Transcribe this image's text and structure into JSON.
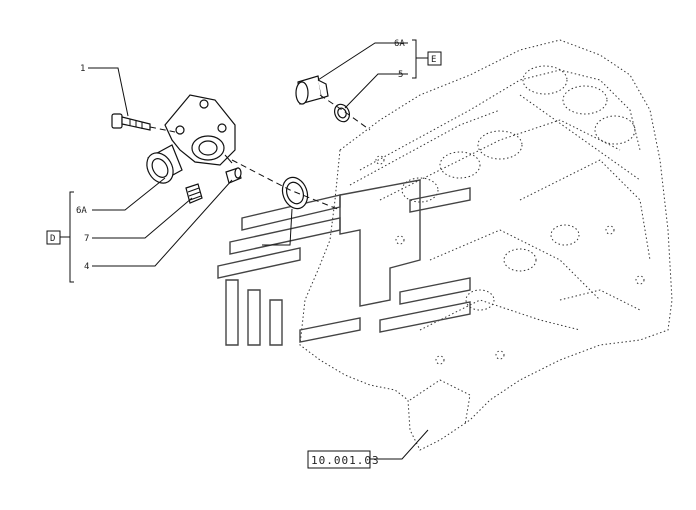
{
  "callouts": {
    "screw": "1",
    "plug": "6A",
    "ring": "5",
    "fitting": "6A",
    "insert": "7",
    "pin": "4"
  },
  "kit_labels": {
    "top_right": "E",
    "left": "D"
  },
  "reference_box": "10.001.03"
}
